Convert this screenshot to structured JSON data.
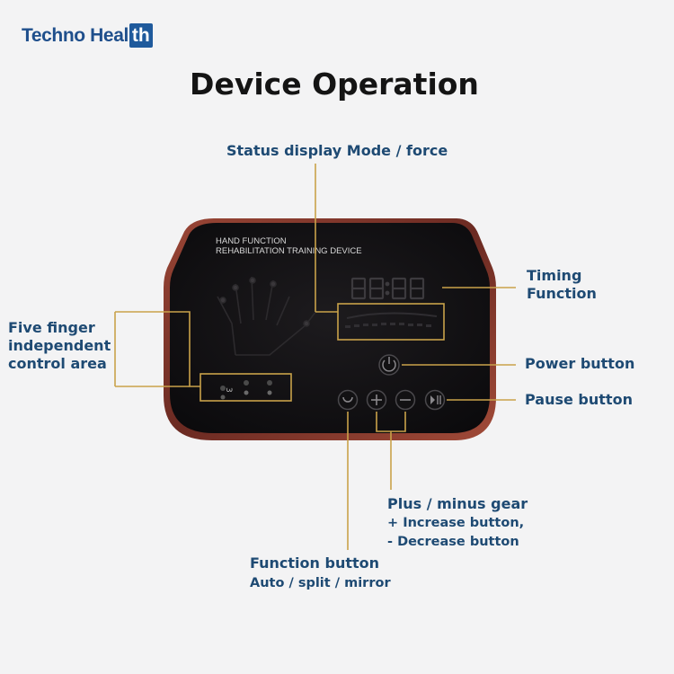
{
  "brand": {
    "name_main": "Techno Heal",
    "name_box": "th"
  },
  "title": "Device Operation",
  "device": {
    "line1": "HAND FUNCTION",
    "line2": "REHABILITATION TRAINING DEVICE",
    "finger_digit": "3"
  },
  "labels": {
    "status_display": "Status display Mode / force",
    "timing_line1": "Timing",
    "timing_line2": "Function",
    "five_finger_line1": "Five finger",
    "five_finger_line2": "independent",
    "five_finger_line3": "control area",
    "power": "Power button",
    "pause": "Pause button",
    "plus_minus_line1": "Plus / minus gear",
    "plus_minus_line2": "+ Increase button,",
    "plus_minus_line3": "- Decrease button",
    "function_line1": "Function button",
    "function_line2": "Auto / split / mirror"
  },
  "colors": {
    "brand_blue": "#1f5a9c",
    "label_blue": "#1e4a73",
    "leader_gold": "#c9a24a",
    "device_body": "#141214",
    "device_rim": "#8a3a2e"
  }
}
